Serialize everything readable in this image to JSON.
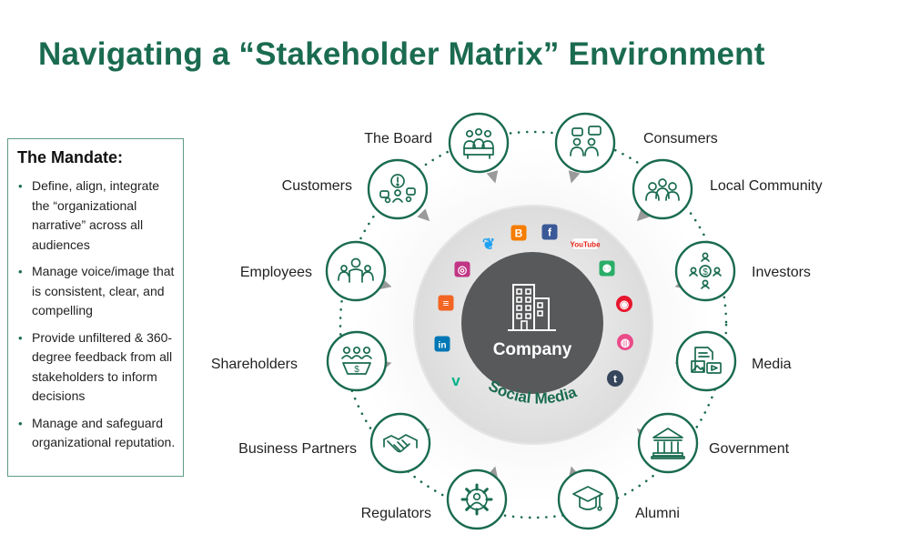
{
  "title": "Navigating a “Stakeholder Matrix” Environment",
  "mandate": {
    "heading": "The Mandate:",
    "items": [
      "Define, align, integrate the “organizational narrative” across all audiences",
      "Manage voice/image that is consistent, clear, and compelling",
      "Provide unfiltered & 360-degree feedback from all stakeholders to inform decisions",
      "Manage and safeguard organizational reputation."
    ]
  },
  "center": {
    "label": "Company",
    "ring_label": "Social Media"
  },
  "stakeholders": [
    {
      "label": "The Board",
      "icon": "board-meeting-icon"
    },
    {
      "label": "Consumers",
      "icon": "consumers-chat-icon"
    },
    {
      "label": "Local Community",
      "icon": "community-icon"
    },
    {
      "label": "Investors",
      "icon": "investors-icon"
    },
    {
      "label": "Media",
      "icon": "media-icon"
    },
    {
      "label": "Government",
      "icon": "government-building-icon"
    },
    {
      "label": "Alumni",
      "icon": "graduation-cap-icon"
    },
    {
      "label": "Regulators",
      "icon": "regulators-gear-icon"
    },
    {
      "label": "Business Partners",
      "icon": "handshake-icon"
    },
    {
      "label": "Shareholders",
      "icon": "shareholders-icon"
    },
    {
      "label": "Employees",
      "icon": "employees-icon"
    },
    {
      "label": "Customers",
      "icon": "customers-icon"
    }
  ],
  "social_icons": [
    {
      "name": "twitter-icon",
      "glyph": "❦",
      "color": "#1da1f2"
    },
    {
      "name": "blogger-icon",
      "glyph": "B",
      "color": "#f57d00"
    },
    {
      "name": "facebook-icon",
      "glyph": "f",
      "color": "#3b5998"
    },
    {
      "name": "youtube-icon",
      "glyph": "YouTube",
      "color": "#e62117"
    },
    {
      "name": "instagram-icon",
      "glyph": "◎",
      "color": "#c13584"
    },
    {
      "name": "wechat-icon",
      "glyph": "⚉",
      "color": "#2aae67"
    },
    {
      "name": "rss-icon",
      "glyph": "≡",
      "color": "#f26522"
    },
    {
      "name": "weibo-icon",
      "glyph": "◉",
      "color": "#e6162d"
    },
    {
      "name": "linkedin-icon",
      "glyph": "in",
      "color": "#0077b5"
    },
    {
      "name": "dribbble-icon",
      "glyph": "◍",
      "color": "#ea4c89"
    },
    {
      "name": "vine-icon",
      "glyph": "v",
      "color": "#00b489"
    },
    {
      "name": "tumblr-icon",
      "glyph": "t",
      "color": "#35465c"
    }
  ],
  "colors": {
    "primary_green": "#1a6b4f",
    "company_circle": "#58595b",
    "arrow_gray": "#9a9a9a"
  }
}
